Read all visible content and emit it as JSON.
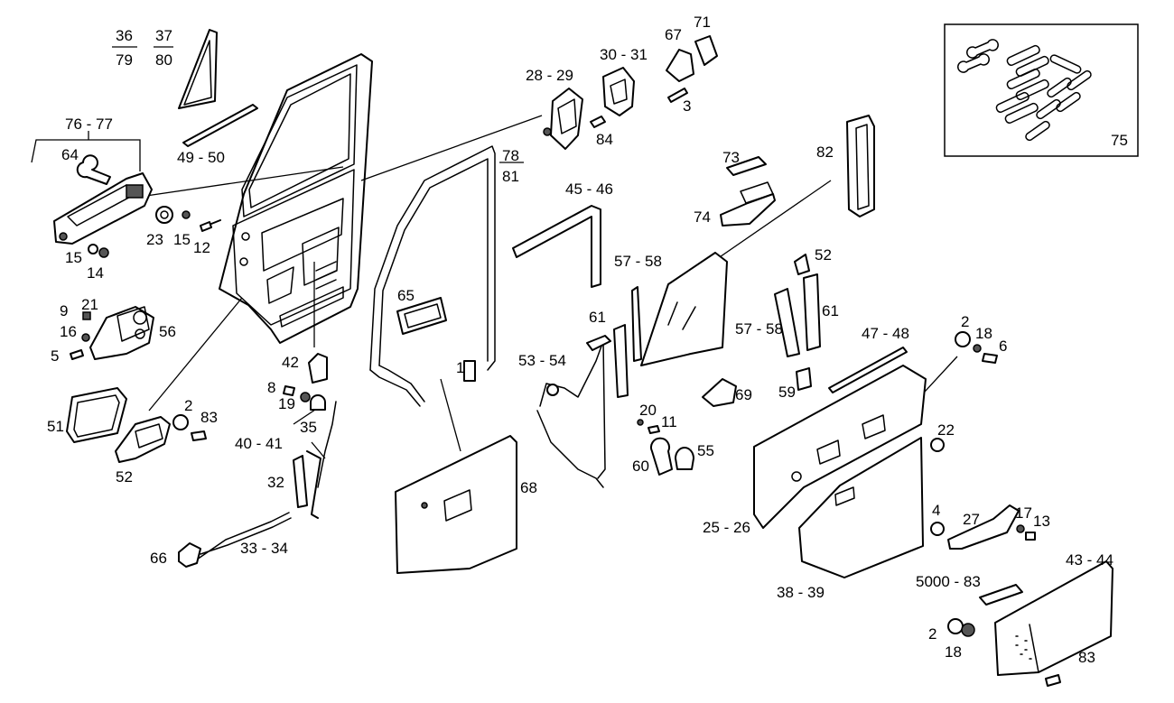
{
  "labels": {
    "l1": "36",
    "l2": "37",
    "l3": "79",
    "l4": "80",
    "l5": "76 - 77",
    "l6": "64",
    "l7": "49 - 50",
    "l8": "23",
    "l9": "15",
    "l10": "12",
    "l11": "15",
    "l12": "14",
    "l13": "9",
    "l14": "21",
    "l15": "16",
    "l16": "56",
    "l17": "5",
    "l18": "51",
    "l19": "2",
    "l20": "83",
    "l21": "52",
    "l22": "42",
    "l23": "8",
    "l24": "19",
    "l25": "35",
    "l26": "40 - 41",
    "l27": "32",
    "l28": "66",
    "l29": "33 - 34",
    "l30": "28 - 29",
    "l31": "30 - 31",
    "l32": "67",
    "l33": "71",
    "l34": "3",
    "l35": "84",
    "l36": "78",
    "l37": "81",
    "l38": "45 - 46",
    "l39": "65",
    "l40": "1",
    "l41": "68",
    "l42": "57 - 58",
    "l43": "61",
    "l44": "53 - 54",
    "l45": "20",
    "l46": "11",
    "l47": "55",
    "l48": "60",
    "l49": "69",
    "l50": "73",
    "l51": "74",
    "l52": "82",
    "l53": "52",
    "l54": "57 - 58",
    "l55": "61",
    "l56": "59",
    "l57": "47 - 48",
    "l58": "2",
    "l59": "18",
    "l60": "6",
    "l61": "22",
    "l62": "25 - 26",
    "l63": "4",
    "l64": "27",
    "l65": "17",
    "l66": "13",
    "l67": "38 - 39",
    "l68": "5000 - 83",
    "l69": "43 - 44",
    "l70": "2",
    "l71": "18",
    "l72": "83",
    "l73": "75"
  }
}
